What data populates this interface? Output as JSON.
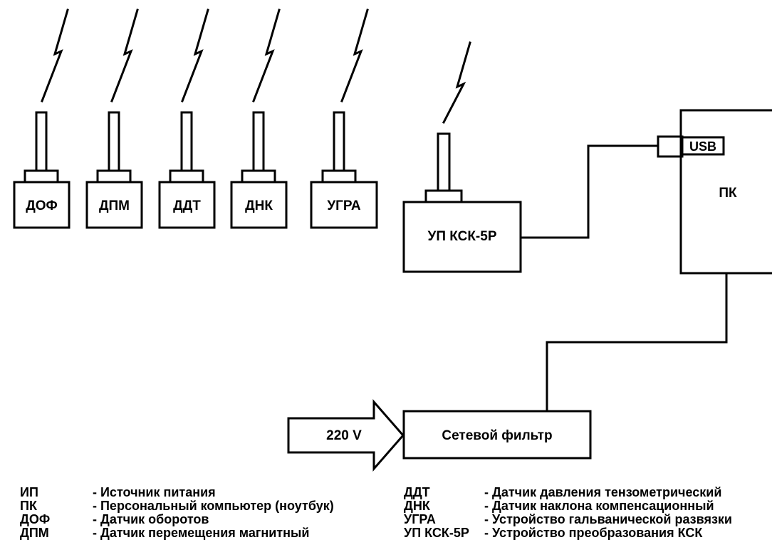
{
  "sensors": [
    {
      "name": "ДОФ"
    },
    {
      "name": "ДПМ"
    },
    {
      "name": "ДДТ"
    },
    {
      "name": "ДНК"
    },
    {
      "name": "УГРА"
    }
  ],
  "transceiver": {
    "name": "УП КСК-5Р"
  },
  "pc": {
    "name": "ПК",
    "port": "USB"
  },
  "power": {
    "input_label": "220 V",
    "filter_label": "Сетевой фильтр"
  },
  "legend": {
    "left": [
      {
        "abbr": "ИП",
        "desc": "- Источник питания"
      },
      {
        "abbr": "ПК",
        "desc": "- Персональный компьютер (ноутбук)"
      },
      {
        "abbr": "ДОФ",
        "desc": "- Датчик оборотов"
      },
      {
        "abbr": "ДПМ",
        "desc": "- Датчик перемещения магнитный"
      }
    ],
    "right": [
      {
        "abbr": "ДДТ",
        "desc": "- Датчик давления тензометрический"
      },
      {
        "abbr": "ДНК",
        "desc": "- Датчик наклона компенсационный"
      },
      {
        "abbr": "УГРА",
        "desc": "- Устройство гальванической развязки"
      },
      {
        "abbr": "УП КСК-5Р",
        "desc": "- Устройство преобразования КСК"
      }
    ]
  }
}
